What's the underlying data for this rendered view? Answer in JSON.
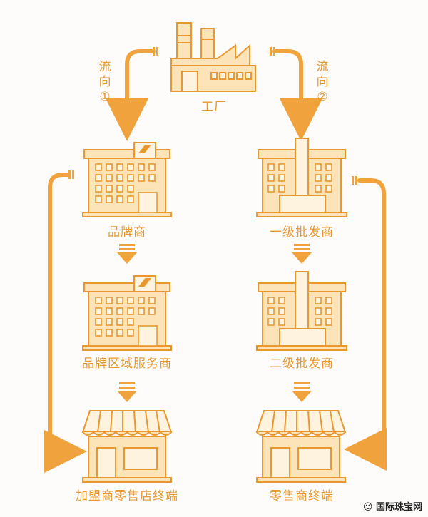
{
  "factory": {
    "label": "工厂"
  },
  "flow_left": {
    "chars": [
      "流",
      "向",
      "①"
    ]
  },
  "flow_right": {
    "chars": [
      "流",
      "向",
      "②"
    ]
  },
  "left_chain": {
    "brand": "品牌商",
    "regional": "品牌区域服务商",
    "franchise": "加盟商零售店终端"
  },
  "right_chain": {
    "wholesale1": "一级批发商",
    "wholesale2": "二级批发商",
    "retail": "零售商终端"
  },
  "watermark": "国际珠宝网",
  "colors": {
    "stroke": "#e8982f",
    "fill": "#fde3b8",
    "pale": "#fef3df"
  }
}
